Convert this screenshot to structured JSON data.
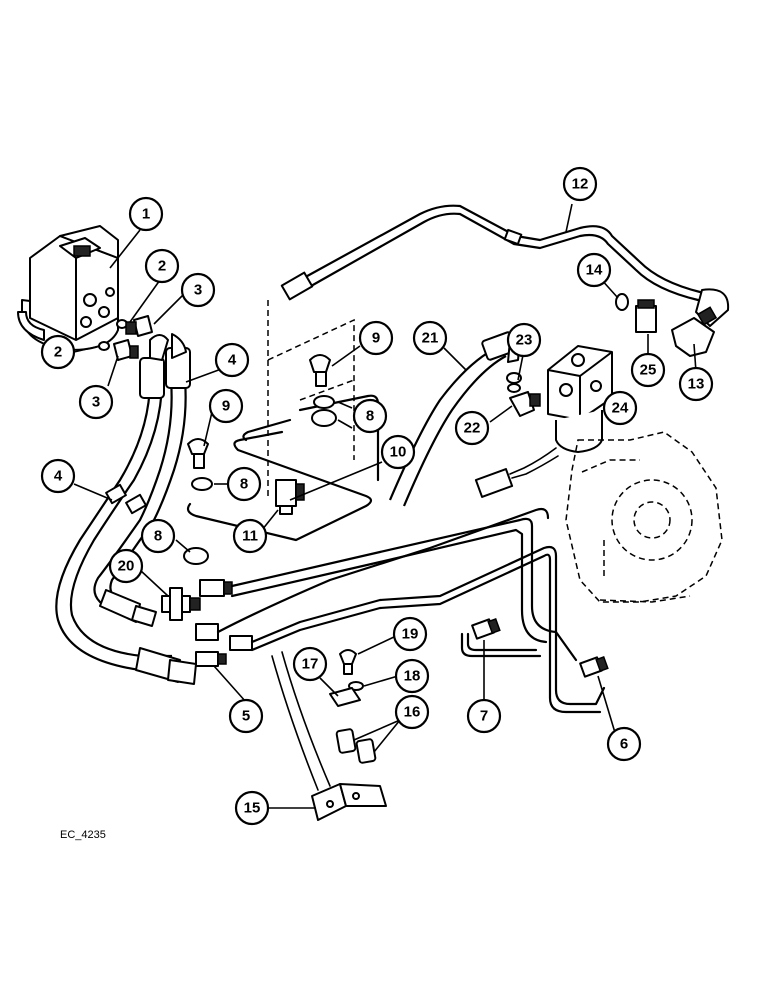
{
  "drawing_code": "EC_4235",
  "callouts": [
    {
      "label": "1"
    },
    {
      "label": "2"
    },
    {
      "label": "3"
    },
    {
      "label": "2"
    },
    {
      "label": "3"
    },
    {
      "label": "4"
    },
    {
      "label": "4"
    },
    {
      "label": "9"
    },
    {
      "label": "9"
    },
    {
      "label": "8"
    },
    {
      "label": "8"
    },
    {
      "label": "8"
    },
    {
      "label": "10"
    },
    {
      "label": "11"
    },
    {
      "label": "20"
    },
    {
      "label": "5"
    },
    {
      "label": "21"
    },
    {
      "label": "23"
    },
    {
      "label": "22"
    },
    {
      "label": "24"
    },
    {
      "label": "12"
    },
    {
      "label": "14"
    },
    {
      "label": "25"
    },
    {
      "label": "13"
    },
    {
      "label": "19"
    },
    {
      "label": "17"
    },
    {
      "label": "18"
    },
    {
      "label": "16"
    },
    {
      "label": "7"
    },
    {
      "label": "6"
    },
    {
      "label": "15"
    }
  ]
}
